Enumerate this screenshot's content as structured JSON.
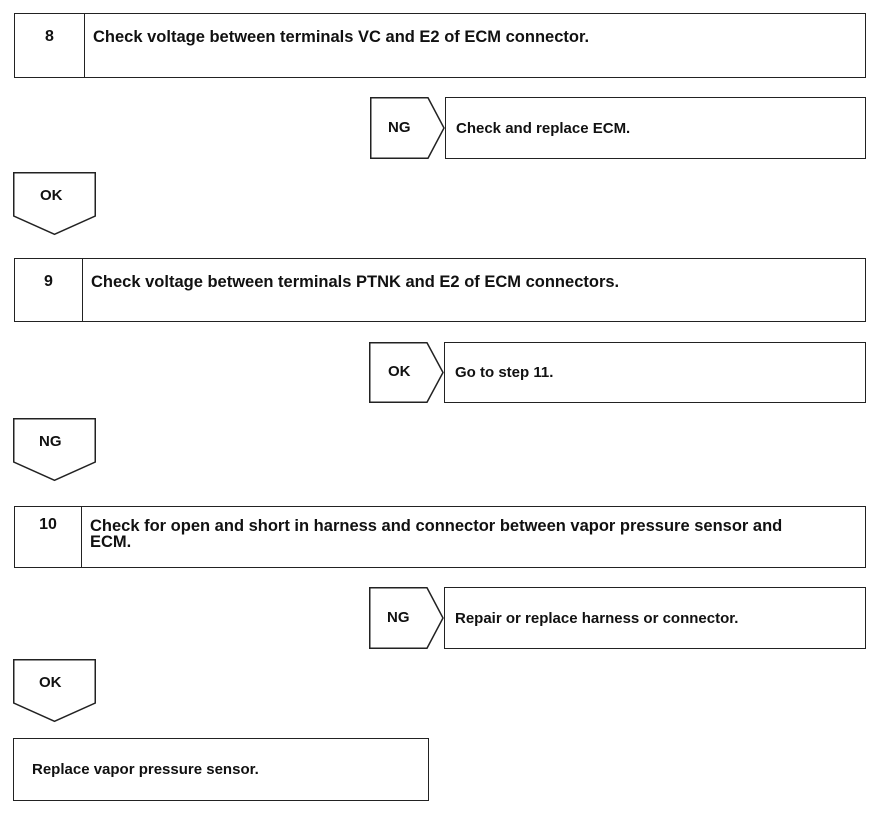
{
  "steps": [
    {
      "number": "8",
      "text": "Check voltage between terminals VC and E2 of ECM connector."
    },
    {
      "number": "9",
      "text": "Check voltage between terminals PTNK and E2 of ECM connectors."
    },
    {
      "number": "10",
      "text": "Check for open and short in harness and connector between vapor pressure sensor and ECM."
    }
  ],
  "branches": [
    {
      "tag": "NG",
      "result": "Check and replace ECM."
    },
    {
      "tag": "OK",
      "result": "Go to step 11."
    },
    {
      "tag": "NG",
      "result": "Repair or replace harness or connector."
    }
  ],
  "continue_tags": [
    "OK",
    "NG",
    "OK"
  ],
  "final_action": "Replace vapor pressure sensor."
}
